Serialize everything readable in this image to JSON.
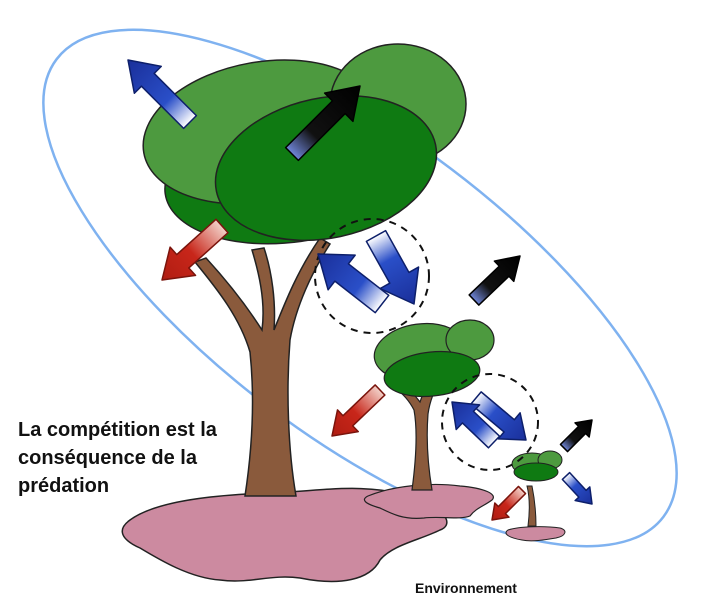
{
  "caption": {
    "line1": "La compétition est la",
    "line2": "conséquence de la",
    "line3": "prédation"
  },
  "environment_label": "Environnement",
  "colors": {
    "ellipse": "#7fb2f0",
    "canopy_light": "#4d9a3f",
    "canopy_dark": "#0f7a12",
    "trunk": "#8a5a3c",
    "ground": "#cc8aa0",
    "arrow_black": "#111111",
    "arrow_blue": "#1f3fb0",
    "arrow_red": "#c8261a"
  }
}
